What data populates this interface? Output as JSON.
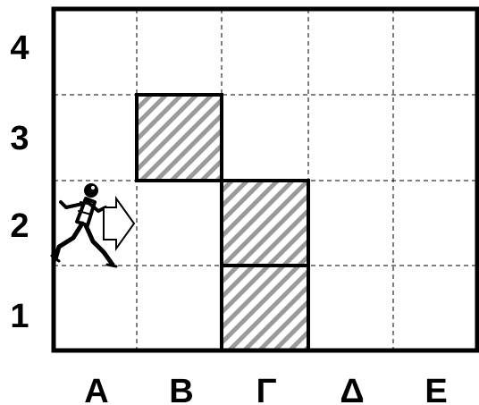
{
  "grid": {
    "columns": [
      "Α",
      "Β",
      "Γ",
      "Δ",
      "Ε"
    ],
    "rows": [
      "1",
      "2",
      "3",
      "4"
    ],
    "obstacles": [
      {
        "col": "Β",
        "row": "3"
      },
      {
        "col": "Γ",
        "row": "2"
      },
      {
        "col": "Γ",
        "row": "1"
      }
    ],
    "player": {
      "col": "Α",
      "row": "2",
      "facing": "right",
      "icon": "running-robot-icon"
    },
    "colors": {
      "line": "#000000",
      "hatch": "#999999",
      "background": "#ffffff"
    }
  }
}
